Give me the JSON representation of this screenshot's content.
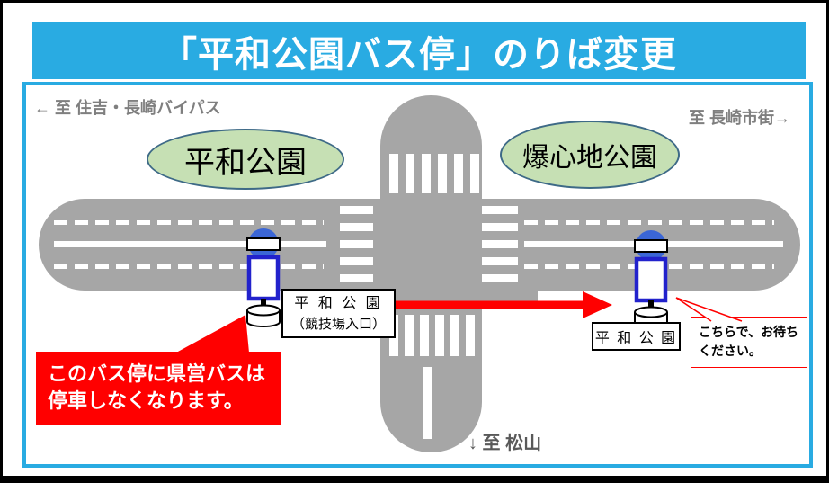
{
  "title": "「平和公園バス停」のりば変更",
  "directions": {
    "west": "← 至 住吉・長崎バイパス",
    "east": "至 長崎市街→",
    "south": "↓ 至 松山"
  },
  "landmarks": {
    "peace_park": "平和公園",
    "hypocenter_park": "爆心地公園"
  },
  "old_stop": {
    "label_line1": "平 和 公 園",
    "label_line2": "（競技場入口）",
    "notice_line1": "このバス停に県営バスは",
    "notice_line2": "停車しなくなります。"
  },
  "new_stop": {
    "label": "平 和 公 園",
    "instruction_line1": "こちらで、お待ち",
    "instruction_line2": "ください。"
  },
  "colors": {
    "accent_blue": "#29ABE2",
    "road_gray": "#A6A6A6",
    "park_green": "#C6E0B4",
    "park_border": "#3E6A87",
    "alert_red": "#FF0000",
    "bus_circle_blue": "#3B66D6",
    "bus_sign_border_blue": "#2222CC",
    "direction_text_gray": "#7F7F7F"
  }
}
